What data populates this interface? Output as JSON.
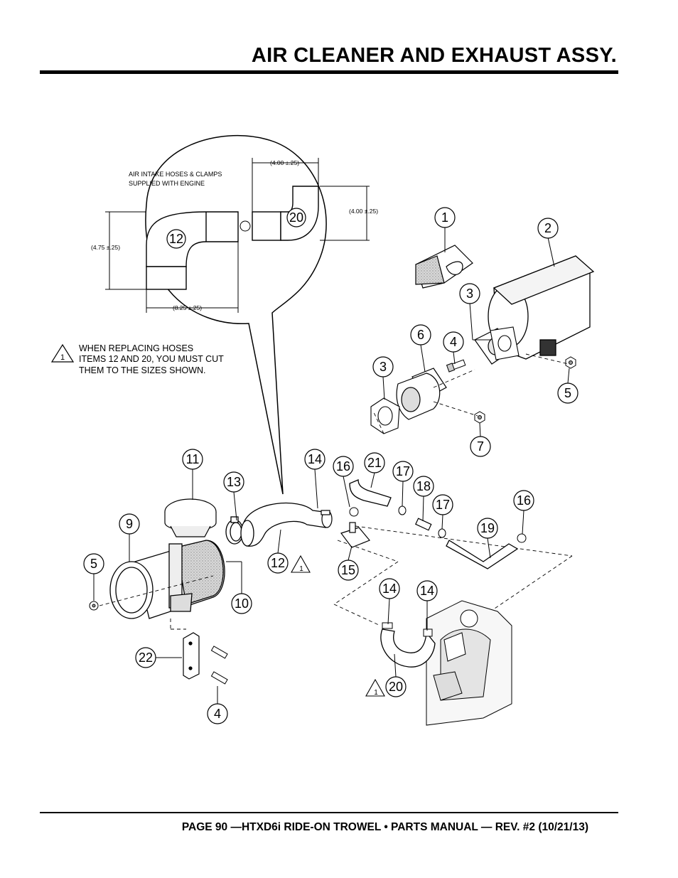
{
  "page": {
    "title": "AIR CLEANER AND EXHAUST ASSY.",
    "footer": "PAGE 90 —HTXD6i RIDE-ON TROWEL • PARTS MANUAL — REV. #2 (10/21/13)"
  },
  "detail": {
    "caption_line1": "AIR INTAKE HOSES & CLAMPS",
    "caption_line2": "SUPPLIED WITH ENGINE",
    "dim_top": "(4.00 ±.25)",
    "dim_right": "(4.00 ±.25)",
    "dim_left": "(4.75 ±.25)",
    "dim_bottom": "(8.25 ±.25)",
    "hose_a": "12",
    "hose_b": "20"
  },
  "note": {
    "symbol": "1",
    "line1": "WHEN REPLACING HOSES",
    "line2": "ITEMS 12 AND 20, YOU MUST CUT",
    "line3": "THEM TO THE SIZES SHOWN."
  },
  "callouts": {
    "c1": "1",
    "c2": "2",
    "c3a": "3",
    "c3b": "3",
    "c4a": "4",
    "c4b": "4",
    "c5a": "5",
    "c5b": "5",
    "c6": "6",
    "c7": "7",
    "c9": "9",
    "c10": "10",
    "c11": "11",
    "c12": "12",
    "c13": "13",
    "c14a": "14",
    "c14b": "14",
    "c14c": "14",
    "c15": "15",
    "c16a": "16",
    "c16b": "16",
    "c17a": "17",
    "c17b": "17",
    "c18": "18",
    "c19": "19",
    "c20": "20",
    "c21": "21",
    "c22": "22",
    "warn12": "1",
    "warn20": "1"
  }
}
